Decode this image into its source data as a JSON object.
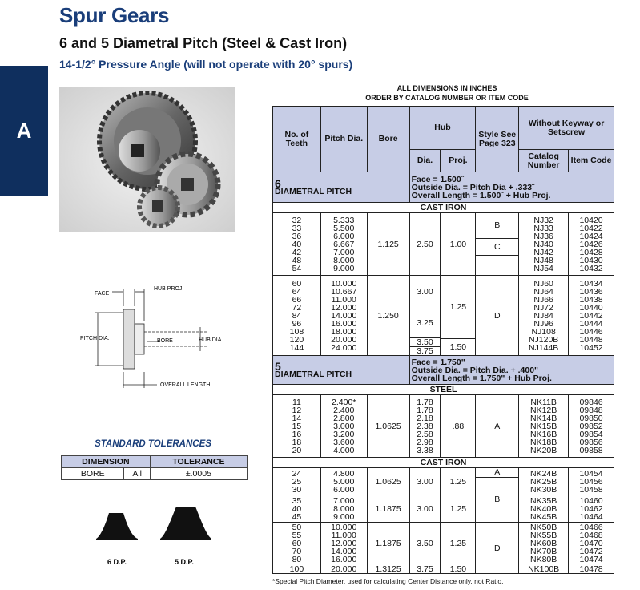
{
  "page": {
    "title": "Spur Gears",
    "subtitle": "6 and 5 Diametral Pitch (Steel & Cast Iron)",
    "pressure_angle": "14-1/2° Pressure Angle (will not operate with 20° spurs)",
    "section_tab": "A"
  },
  "table_header": {
    "line1": "ALL DIMENSIONS IN INCHES",
    "line2": "ORDER BY CATALOG NUMBER OR ITEM CODE"
  },
  "columns": {
    "no_teeth": "No. of Teeth",
    "pitch_dia": "Pitch Dia.",
    "bore": "Bore",
    "hub": "Hub",
    "hub_dia": "Dia.",
    "hub_proj": "Proj.",
    "style": "Style See Page 323",
    "without_keyway": "Without Keyway or Setscrew",
    "catalog": "Catalog Number",
    "item_code": "Item Code"
  },
  "section6": {
    "number": "6",
    "name": "DIAMETRAL PITCH",
    "face": "Face = 1.500˝",
    "outside": "Outside Dia. = Pitch Dia + .333˝",
    "overall": "Overall Length = 1.500˝ + Hub Proj.",
    "material": "CAST IRON",
    "g1": {
      "teeth": [
        "32",
        "33",
        "36",
        "40",
        "42",
        "48",
        "54"
      ],
      "pitch": [
        "5.333",
        "5.500",
        "6.000",
        "6.667",
        "7.000",
        "8.000",
        "9.000"
      ],
      "bore": "1.125",
      "hub_dia": "2.50",
      "hub_proj": "1.00",
      "style_b": "B",
      "style_c": "C",
      "catalog": [
        "NJ32",
        "NJ33",
        "NJ36",
        "NJ40",
        "NJ42",
        "NJ48",
        "NJ54"
      ],
      "item": [
        "10420",
        "10422",
        "10424",
        "10426",
        "10428",
        "10430",
        "10432"
      ]
    },
    "g2": {
      "teeth": [
        "60",
        "64",
        "66",
        "72",
        "84",
        "96",
        "108",
        "120",
        "144"
      ],
      "pitch": [
        "10.000",
        "10.667",
        "11.000",
        "12.000",
        "14.000",
        "16.000",
        "18.000",
        "20.000",
        "24.000"
      ],
      "bore": "1.250",
      "hub_dia_a": "3.00",
      "hub_dia_b": "3.25",
      "hub_dia_c": "3.50",
      "hub_dia_d": "3.75",
      "hub_proj_a": "1.25",
      "hub_proj_b": "1.50",
      "style": "D",
      "catalog": [
        "NJ60",
        "NJ64",
        "NJ66",
        "NJ72",
        "NJ84",
        "NJ96",
        "NJ108",
        "NJ120B",
        "NJ144B"
      ],
      "item": [
        "10434",
        "10436",
        "10438",
        "10440",
        "10442",
        "10444",
        "10446",
        "10448",
        "10452"
      ]
    }
  },
  "section5": {
    "number": "5",
    "name": "DIAMETRAL PITCH",
    "face": "Face = 1.750\"",
    "outside": "Outside Dia. = Pitch Dia. + .400\"",
    "overall": "Overall Length = 1.750\" + Hub Proj.",
    "steel": {
      "label": "STEEL",
      "teeth": [
        "11",
        "12",
        "14",
        "15",
        "16",
        "18",
        "20"
      ],
      "pitch": [
        "2.400*",
        "2.400",
        "2.800",
        "3.000",
        "3.200",
        "3.600",
        "4.000"
      ],
      "bore": "1.0625",
      "hub_dia": [
        "1.78",
        "1.78",
        "2.18",
        "2.38",
        "2.58",
        "2.98",
        "3.38"
      ],
      "hub_proj": ".88",
      "style": "A",
      "catalog": [
        "NK11B",
        "NK12B",
        "NK14B",
        "NK15B",
        "NK16B",
        "NK18B",
        "NK20B"
      ],
      "item": [
        "09846",
        "09848",
        "09850",
        "09852",
        "09854",
        "09856",
        "09858"
      ]
    },
    "cast": {
      "label": "CAST IRON",
      "a": {
        "teeth": [
          "24",
          "25",
          "30"
        ],
        "pitch": [
          "4.800",
          "5.000",
          "6.000"
        ],
        "bore": "1.0625",
        "hub_dia": "3.00",
        "hub_proj": "1.25",
        "style_a": "A",
        "catalog": [
          "NK24B",
          "NK25B",
          "NK30B"
        ],
        "item": [
          "10454",
          "10456",
          "10458"
        ]
      },
      "b": {
        "teeth": [
          "35",
          "40",
          "45"
        ],
        "pitch": [
          "7.000",
          "8.000",
          "9.000"
        ],
        "bore": "1.1875",
        "hub_dia": "3.00",
        "hub_proj": "1.25",
        "style_b": "B",
        "catalog": [
          "NK35B",
          "NK40B",
          "NK45B"
        ],
        "item": [
          "10460",
          "10462",
          "10464"
        ]
      },
      "c": {
        "teeth": [
          "50",
          "55",
          "60",
          "70",
          "80"
        ],
        "pitch": [
          "10.000",
          "11.000",
          "12.000",
          "14.000",
          "16.000"
        ],
        "bore": "1.1875",
        "hub_dia": "3.50",
        "hub_proj": "1.25",
        "style_d": "D",
        "catalog": [
          "NK50B",
          "NK55B",
          "NK60B",
          "NK70B",
          "NK80B"
        ],
        "item": [
          "10466",
          "10468",
          "10470",
          "10472",
          "10474"
        ]
      },
      "d": {
        "teeth": "100",
        "pitch": "20.000",
        "bore": "1.3125",
        "hub_dia": "3.75",
        "hub_proj": "1.50",
        "catalog": "NK100B",
        "item": "10478"
      }
    }
  },
  "footnote": "*Special Pitch Diameter, used for calculating Center Distance only, not Ratio.",
  "diagram": {
    "face": "FACE",
    "hub_proj": "HUB PROJ.",
    "pitch_dia": "PITCH DIA.",
    "bore": "BORE",
    "hub_dia": "HUB DIA.",
    "overall": "OVERALL LENGTH"
  },
  "tolerances": {
    "title": "STANDARD TOLERANCES",
    "h_dimension": "DIMENSION",
    "h_tolerance": "TOLERANCE",
    "row_dim": "BORE",
    "row_mid": "All",
    "row_tol": "±.0005"
  },
  "profiles": {
    "p6": "6 D.P.",
    "p5": "5 D.P."
  }
}
